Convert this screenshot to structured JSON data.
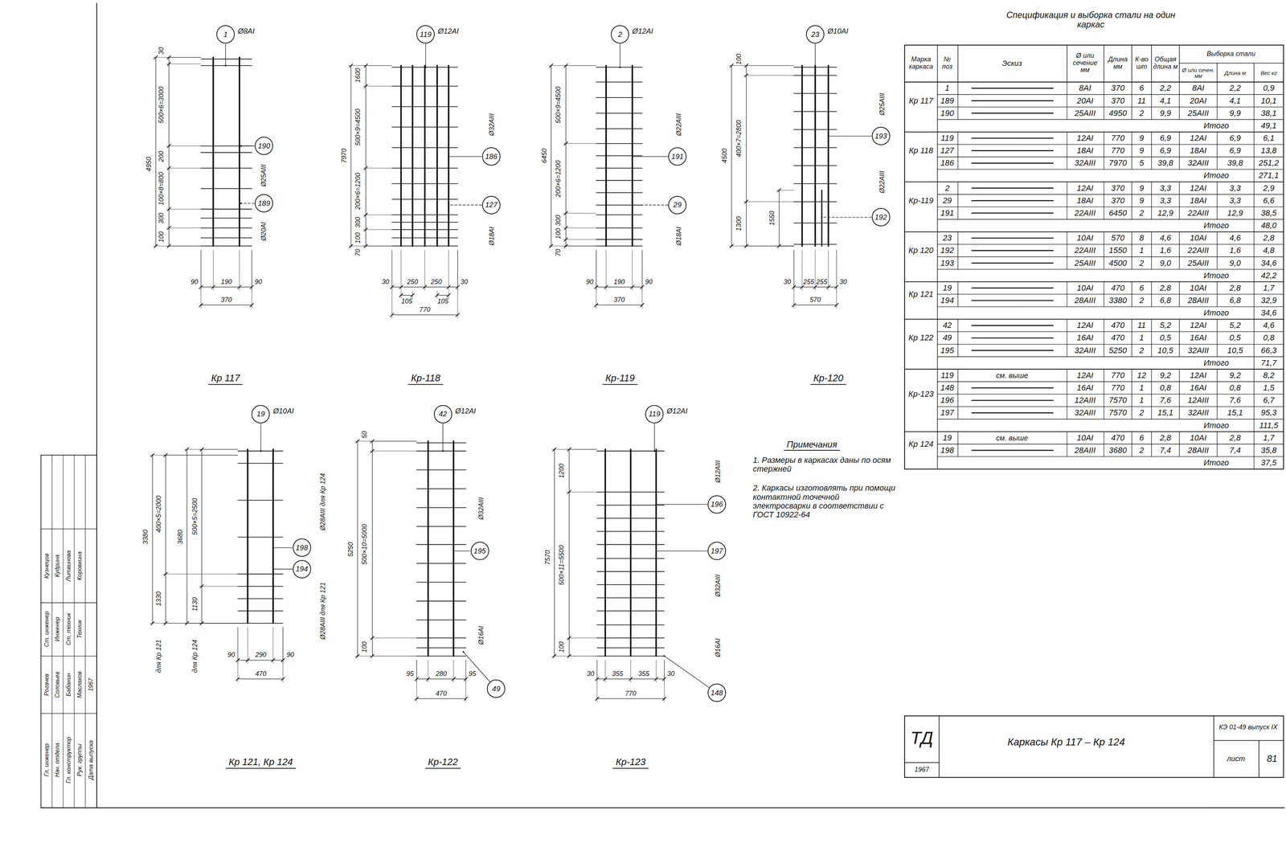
{
  "diagram": {
    "nodes": [
      {
        "text": [
          "1"
        ]
      },
      {
        "text": [
          "190"
        ]
      },
      {
        "text": [
          "189"
        ]
      },
      {
        "text": [
          "119"
        ]
      },
      {
        "text": [
          "186"
        ]
      },
      {
        "text": [
          "127"
        ]
      },
      {
        "text": [
          "2"
        ]
      },
      {
        "text": [
          "191"
        ]
      },
      {
        "text": [
          "29"
        ]
      },
      {
        "text": [
          "23"
        ]
      },
      {
        "text": [
          "193"
        ]
      },
      {
        "text": [
          "192"
        ]
      },
      {
        "text": [
          "19"
        ]
      },
      {
        "text": [
          "198"
        ]
      },
      {
        "text": [
          "194"
        ]
      },
      {
        "text": [
          "42"
        ]
      },
      {
        "text": [
          "195"
        ]
      },
      {
        "text": [
          "49"
        ]
      },
      {
        "text": [
          "119"
        ]
      },
      {
        "text": [
          "196"
        ]
      },
      {
        "text": [
          "197"
        ]
      },
      {
        "text": [
          "148"
        ]
      }
    ],
    "labels": [
      "4950",
      "30",
      "500×6=3000",
      "200",
      "100×8=800",
      "300",
      "100",
      "90",
      "190",
      "90",
      "370",
      "Ø8АI",
      "Ø25АIII",
      "Ø20АI",
      "Кр 117",
      "7970",
      "1600",
      "500×9=4500",
      "200×6=1200",
      "300",
      "100",
      "70",
      "30",
      "250",
      "250",
      "30",
      "105",
      "105",
      "770",
      "Ø12АI",
      "Ø32АIII",
      "Ø18АI",
      "Кр-118",
      "6450",
      "500×9=4500",
      "200×6=1200",
      "300",
      "100",
      "70",
      "90",
      "190",
      "90",
      "370",
      "Ø12АI",
      "Ø22АIII",
      "Ø18АI",
      "Кр-119",
      "4500",
      "100",
      "400×7=2800",
      "1300",
      "1550",
      "30",
      "255",
      "255",
      "30",
      "570",
      "Ø10АI",
      "Ø25АIII",
      "Ø22АIII",
      "Кр-120",
      "3380",
      "400×5=2000",
      "1330",
      "для Кр 121",
      "3680",
      "500×5=2500",
      "1130",
      "для Кр 124",
      "90",
      "290",
      "90",
      "470",
      "Ø10АI",
      "Ø28АIII для Кр 124",
      "Ø28АIII для Кр 121",
      "Кр 121, Кр 124",
      "5250",
      "50",
      "500×10=5000",
      "100",
      "95",
      "280",
      "95",
      "470",
      "Ø12АI",
      "Ø32АIII",
      "Ø16АI",
      "Кр-122",
      "7570",
      "1200",
      "500×11=5500",
      "100",
      "30",
      "355",
      "355",
      "30",
      "770",
      "Ø12АI",
      "Ø12АIII",
      "Ø32АIII",
      "Ø16АI",
      "Кр-123",
      "Примечания",
      "1. Размеры в каркасах даны по осям стержней",
      "2. Каркасы изготовлять при помощи контактной точечной электросварки в соответствии с ГОСТ 10922-64",
      "Спецификация и выборка стали на один каркас",
      "Марка каркаса",
      "№ поз",
      "Эскиз",
      "Ø или сечение мм",
      "Длина мм",
      "К-во шт",
      "Общая длина м",
      "Выборка стали",
      "Ø или сечен. мм",
      "Длина м",
      "Вес кг",
      "Кр 117",
      "1",
      "8АI",
      "370",
      "6",
      "2,2",
      "8АI",
      "2,2",
      "0,9",
      "189",
      "20АI",
      "370",
      "11",
      "4,1",
      "20АI",
      "4,1",
      "10,1",
      "190",
      "25АIII",
      "4950",
      "2",
      "9,9",
      "25АIII",
      "9,9",
      "38,1",
      "Итого",
      "49,1",
      "Кр 118",
      "119",
      "12АI",
      "770",
      "9",
      "6,9",
      "12АI",
      "6,9",
      "6,1",
      "127",
      "18АI",
      "770",
      "9",
      "6,9",
      "18АI",
      "6,9",
      "13,8",
      "186",
      "32АIII",
      "7970",
      "5",
      "39,8",
      "32АIII",
      "39,8",
      "251,2",
      "Итого",
      "271,1",
      "Кр-119",
      "2",
      "12АI",
      "370",
      "9",
      "3,3",
      "12АI",
      "3,3",
      "2,9",
      "29",
      "18АI",
      "370",
      "9",
      "3,3",
      "18АI",
      "3,3",
      "6,6",
      "191",
      "22АIII",
      "6450",
      "2",
      "12,9",
      "22АIII",
      "12,9",
      "38,5",
      "Итого",
      "48,0",
      "Кр 120",
      "23",
      "10АI",
      "570",
      "8",
      "4,6",
      "10АI",
      "4,6",
      "2,8",
      "192",
      "22АIII",
      "1550",
      "1",
      "1,6",
      "22АIII",
      "1,6",
      "4,8",
      "193",
      "25АIII",
      "4500",
      "2",
      "9,0",
      "25АIII",
      "9,0",
      "34,6",
      "Итого",
      "42,2",
      "Кр 121",
      "19",
      "10АI",
      "470",
      "6",
      "2,8",
      "10АI",
      "2,8",
      "1,7",
      "194",
      "28АIII",
      "3380",
      "2",
      "6,8",
      "28АIII",
      "6,8",
      "32,9",
      "Итого",
      "34,6",
      "Кр 122",
      "42",
      "12АI",
      "470",
      "11",
      "5,2",
      "12АI",
      "5,2",
      "4,6",
      "49",
      "16АI",
      "470",
      "1",
      "0,5",
      "16АI",
      "0,5",
      "0,8",
      "195",
      "32АIII",
      "5250",
      "2",
      "10,5",
      "32АIII",
      "10,5",
      "66,3",
      "Итого",
      "71,7",
      "Кр-123",
      "119",
      "см. выше",
      "12АI",
      "770",
      "12",
      "9,2",
      "12АI",
      "9,2",
      "8,2",
      "148",
      "16АI",
      "770",
      "1",
      "0,8",
      "16АI",
      "0,8",
      "1,5",
      "196",
      "12АIII",
      "7570",
      "1",
      "7,6",
      "12АIII",
      "7,6",
      "6,7",
      "197",
      "32АIII",
      "7570",
      "2",
      "15,1",
      "32АIII",
      "15,1",
      "95,3",
      "Итого",
      "111,5",
      "Кр 124",
      "19",
      "см. выше",
      "10АI",
      "470",
      "6",
      "2,8",
      "10АI",
      "2,8",
      "1,7",
      "198",
      "28АIII",
      "3680",
      "2",
      "7,4",
      "28АIII",
      "7,4",
      "35,8",
      "Итого",
      "37,5",
      "ТД",
      "1967",
      "Каркасы Кр 117 – Кр 124",
      "КЭ 01-49 выпуск IX",
      "лист",
      "81",
      "Гл. инженер",
      "Нач. отдела",
      "Гл. конструктор",
      "Рук. группы",
      "Дата выпуска",
      "Рогачев",
      "Соловьев",
      "Бабанин",
      "Маслаков",
      "1967",
      "Ст. инженер",
      "Инженер",
      "Ст. техник",
      "Техник",
      "Кузнецов",
      "Кудрина",
      "Литвинова",
      "Коровкина"
    ]
  }
}
